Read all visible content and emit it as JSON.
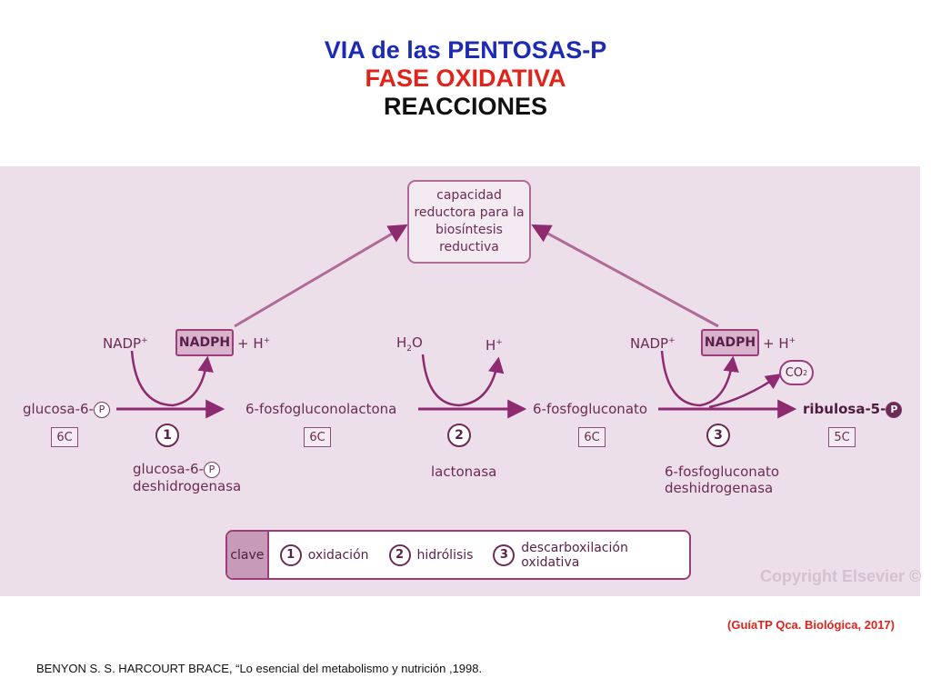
{
  "title": {
    "line1": "VIA de las PENTOSAS-P",
    "line2": "FASE OXIDATIVA",
    "line3": "REACCIONES"
  },
  "diagram": {
    "capacity_box": "capacidad\nreductora para la\nbiosíntesis reductiva",
    "nadp_label": "NADP",
    "nadp_sup": "+",
    "nadph_label": "NADPH",
    "h_plus_prefix": "+ H",
    "h_plus_sup": "+",
    "water": "H",
    "water_sub": "2",
    "water_o": "O",
    "proton": "H",
    "proton_sup": "+",
    "co2_main": "CO",
    "co2_sub": "2",
    "compounds": {
      "glucose6p": "glucosa-6-",
      "lactone": "6-fosfogluconolactona",
      "gluconate": "6-fosfogluconato",
      "ribulose5p": "ribulosa-5-"
    },
    "phosphate": "P",
    "carbons": {
      "six": "6C",
      "five": "5C"
    },
    "steps": [
      "1",
      "2",
      "3"
    ],
    "enzymes": {
      "e1_line1": "glucosa-6-",
      "e1_line2": "deshidrogenasa",
      "e2": "lactonasa",
      "e3_line1": "6-fosfogluconato",
      "e3_line2": "deshidrogenasa"
    },
    "key": {
      "label": "clave",
      "items": [
        {
          "num": "1",
          "text": "oxidación"
        },
        {
          "num": "2",
          "text": "hidrólisis"
        },
        {
          "num": "3",
          "text": "descarboxilación oxidativa"
        }
      ]
    },
    "copyright": "Copyright Elsevier ©",
    "colors": {
      "arrow": "#8e2a6f",
      "panel": "#eddfea",
      "text": "#6b2b55"
    }
  },
  "citation": "(GuíaTP Qca. Biológica, 2017)",
  "reference": "BENYON S. S. HARCOURT BRACE, “Lo esencial del metabolismo y nutrición ,1998."
}
